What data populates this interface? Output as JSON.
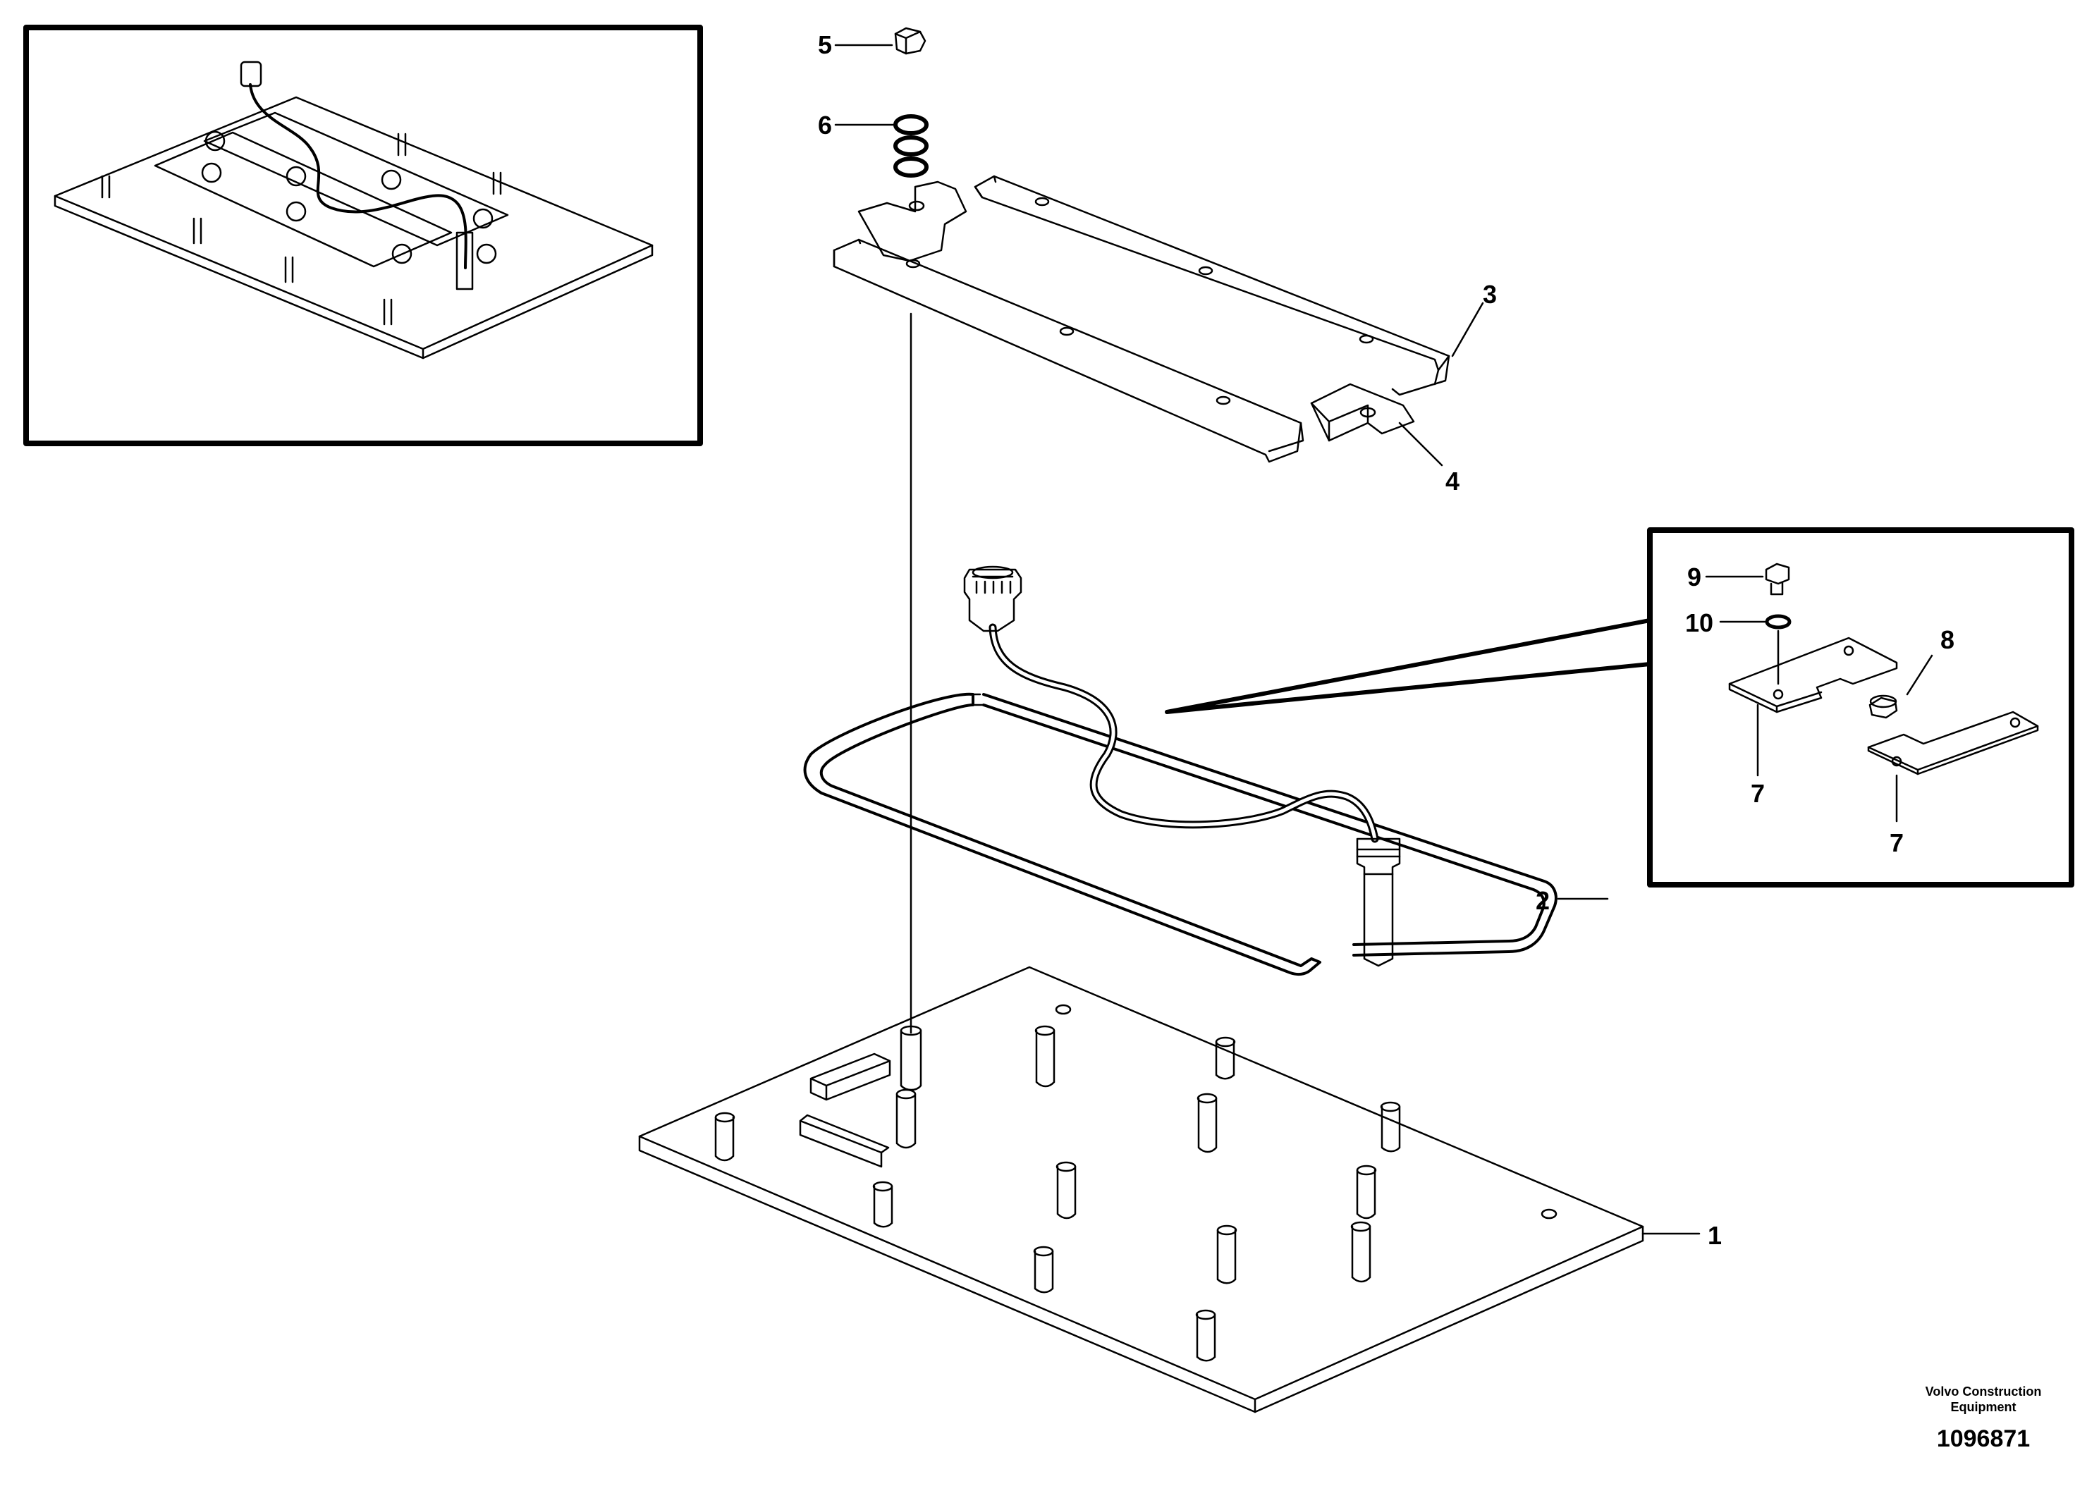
{
  "callouts": [
    {
      "id": "1",
      "text": "1"
    },
    {
      "id": "2",
      "text": "2"
    },
    {
      "id": "3",
      "text": "3"
    },
    {
      "id": "4",
      "text": "4"
    },
    {
      "id": "5",
      "text": "5"
    },
    {
      "id": "6",
      "text": "6"
    },
    {
      "id": "7a",
      "text": "7"
    },
    {
      "id": "7b",
      "text": "7"
    },
    {
      "id": "8",
      "text": "8"
    },
    {
      "id": "9",
      "text": "9"
    },
    {
      "id": "10",
      "text": "10"
    }
  ],
  "footer": {
    "brand_line1": "Volvo Construction",
    "brand_line2": "Equipment",
    "document_number": "1096871"
  }
}
